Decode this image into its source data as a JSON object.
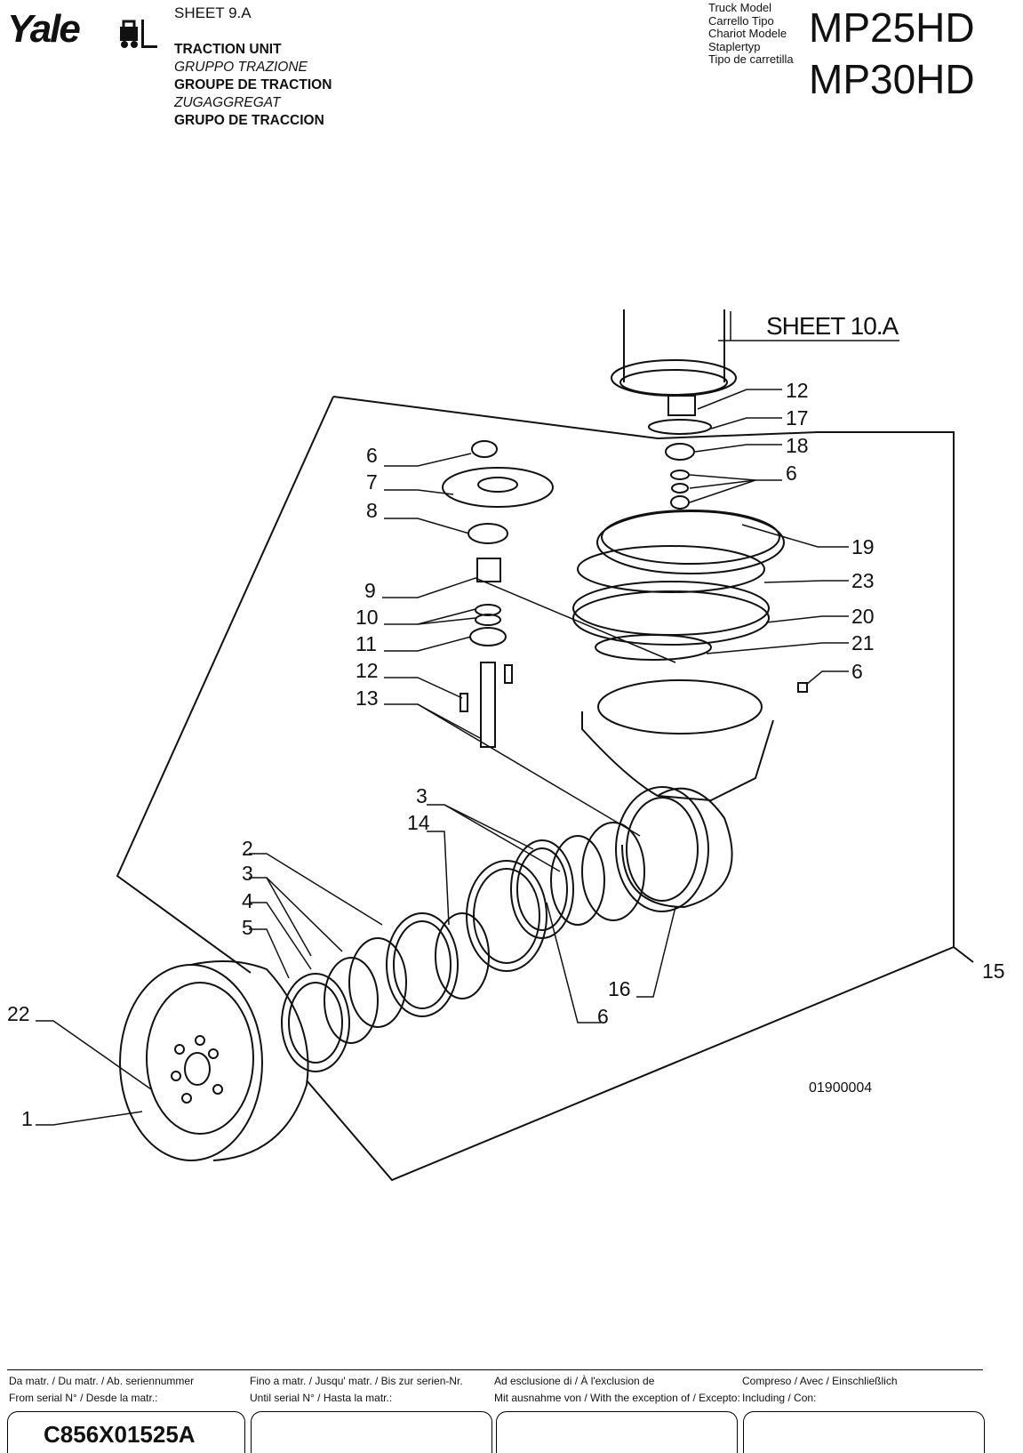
{
  "header": {
    "logo_text": "Yale",
    "sheet": "SHEET 9.A",
    "titles": [
      {
        "text": "TRACTION UNIT",
        "style": "b"
      },
      {
        "text": "GRUPPO TRAZIONE",
        "style": "i"
      },
      {
        "text": "GROUPE DE TRACTION",
        "style": "b"
      },
      {
        "text": "ZUGAGGREGAT",
        "style": "i"
      },
      {
        "text": "GRUPO DE TRACCION",
        "style": "b"
      }
    ],
    "truck_model_labels": [
      "Truck Model",
      "Carrello Tipo",
      "Chariot Modele",
      "Staplertyp",
      "Tipo de carretilla"
    ],
    "models": [
      "MP25HD",
      "MP30HD"
    ]
  },
  "diagram": {
    "sheet_ref": "SHEET 10.A",
    "drawing_number": "01900004",
    "callouts": [
      "12",
      "17",
      "18",
      "6",
      "19",
      "23",
      "20",
      "21",
      "6",
      "6",
      "7",
      "8",
      "9",
      "10",
      "11",
      "12",
      "13",
      "3",
      "14",
      "2",
      "3",
      "4",
      "5",
      "22",
      "1",
      "16",
      "6",
      "15"
    ]
  },
  "footer": {
    "from_serial": {
      "line1": "Da matr. / Du matr. / Ab. seriennummer",
      "line2": "From serial N° / Desde la matr.:",
      "value": "C856X01525A"
    },
    "until_serial": {
      "line1": "Fino a matr. / Jusqu' matr. / Bis zur serien-Nr.",
      "line2": "Until serial N° / Hasta la matr.:",
      "value": ""
    },
    "exclusion": {
      "line1": "Ad esclusione di / À l'exclusion de",
      "line2": "Mit ausnahme von / With the exception of / Excepto:",
      "value": ""
    },
    "including": {
      "line1": "Compreso / Avec / Einschließlich",
      "line2": "Including / Con:",
      "value": ""
    }
  }
}
